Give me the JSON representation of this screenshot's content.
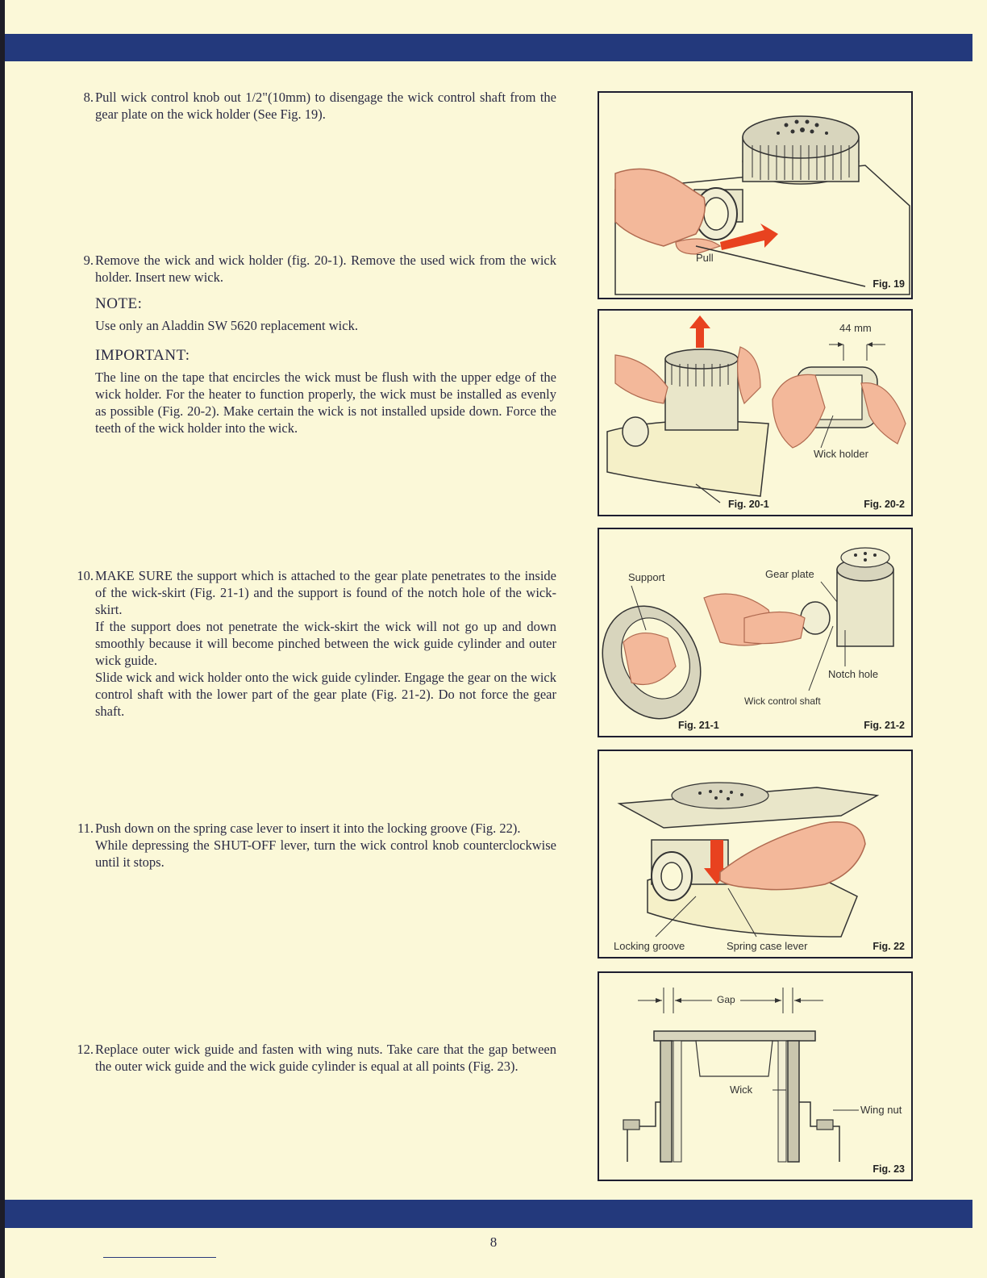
{
  "steps": [
    {
      "number": "8.",
      "paragraphs": [
        "Pull wick control knob out 1/2\"(10mm) to disengage the wick control shaft from the gear plate on the wick holder (See Fig. 19)."
      ]
    },
    {
      "number": "9.",
      "paragraphs": [
        "Remove the wick and wick holder (fig. 20-1). Remove the used wick from the wick holder. Insert new wick."
      ],
      "note_heading": "NOTE:",
      "note_text": "Use only an Aladdin SW 5620 replacement wick.",
      "important_heading": "IMPORTANT:",
      "important_text": "The line on the tape that encircles the wick must be flush with the upper edge of the wick holder. For the heater to function properly, the wick must be installed as evenly as possible (Fig. 20-2). Make certain the wick is not installed upside down. Force the teeth of the wick holder into the wick."
    },
    {
      "number": "10.",
      "paragraphs": [
        "MAKE SURE the support which is attached to the gear plate penetrates to the inside of the wick-skirt (Fig. 21-1) and the support is found of the notch hole of the wick-skirt.",
        "If the support does not penetrate the wick-skirt the wick will not go up and down smoothly because it will become pinched between the wick guide cylinder and outer wick guide.",
        "Slide wick and wick holder onto the wick guide cylinder. Engage the gear on the wick control shaft with the lower part of the gear plate (Fig. 21-2). Do not force the gear shaft."
      ]
    },
    {
      "number": "11.",
      "paragraphs": [
        "Push down on the spring case lever to insert it into the locking groove (Fig. 22).",
        "While depressing the SHUT-OFF lever, turn the wick control knob counterclockwise until it stops."
      ]
    },
    {
      "number": "12.",
      "paragraphs": [
        "Replace outer wick guide and fasten with wing nuts. Take care that the gap between the outer wick guide and the wick guide cylinder is equal at all points (Fig. 23)."
      ]
    }
  ],
  "figures": {
    "fig19": {
      "caption": "Fig. 19",
      "pull_label": "Pull"
    },
    "fig20": {
      "caption_1": "Fig. 20-1",
      "caption_2": "Fig. 20-2",
      "measure_label": "44 mm",
      "holder_label": "Wick holder"
    },
    "fig21": {
      "caption_1": "Fig. 21-1",
      "caption_2": "Fig. 21-2",
      "support_label": "Support",
      "gear_plate_label": "Gear plate",
      "notch_hole_label": "Notch hole",
      "shaft_label": "Wick control shaft"
    },
    "fig22": {
      "caption": "Fig. 22",
      "locking_label": "Locking groove",
      "lever_label": "Spring case lever"
    },
    "fig23": {
      "caption": "Fig. 23",
      "gap_label": "Gap",
      "wick_label": "Wick",
      "wing_nut_label": "Wing nut"
    }
  },
  "colors": {
    "page": "#fbf8d8",
    "band": "#23397c",
    "accent": "#e8421f",
    "skin": "#f3b89a"
  },
  "page_number": "8"
}
